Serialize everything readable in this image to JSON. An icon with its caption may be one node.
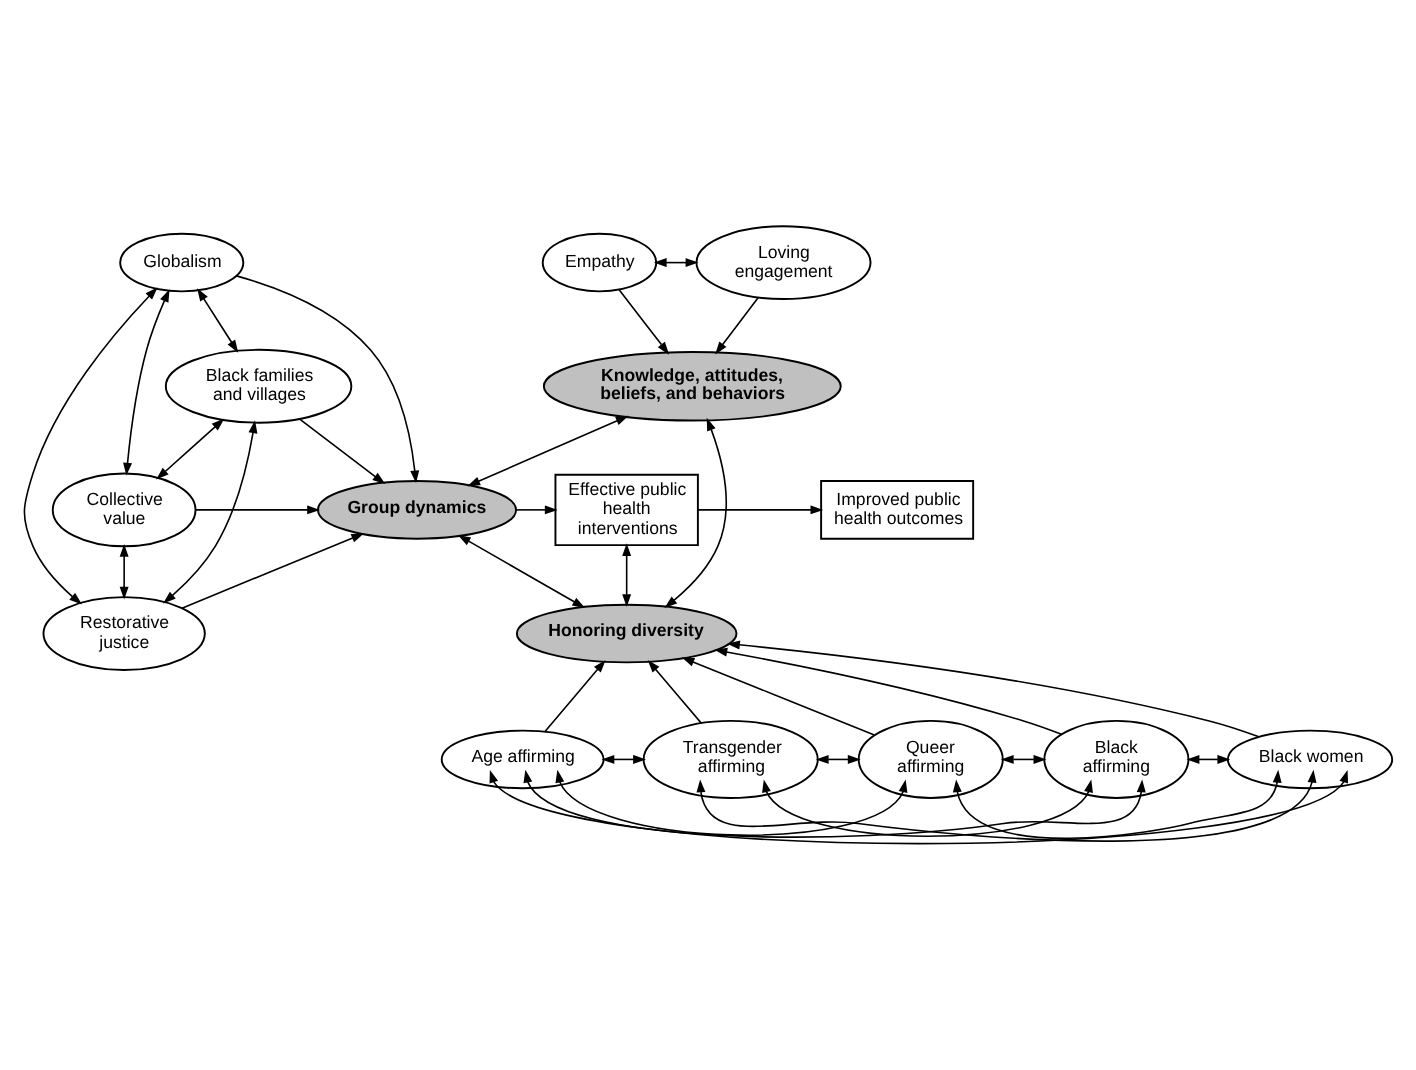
{
  "diagram": {
    "nodes": [
      {
        "text": [
          "Empathy"
        ]
      },
      {
        "text": [
          "Loving engagement"
        ]
      },
      {
        "text": [
          "Globalism"
        ]
      },
      {
        "text": [
          "Knowledge, attitudes, beliefs, and behaviors"
        ]
      },
      {
        "text": [
          "Black families and villages"
        ]
      },
      {
        "text": [
          "Collective value"
        ]
      },
      {
        "text": [
          "Group dynamics"
        ]
      },
      {
        "text": [
          "Effective public health interventions"
        ]
      },
      {
        "text": [
          "Improved public health outcomes"
        ]
      },
      {
        "text": [
          "Restorative justice"
        ]
      },
      {
        "text": [
          "Honoring diversity"
        ]
      },
      {
        "text": [
          "Age affirming"
        ]
      },
      {
        "text": [
          "Transgender affirming"
        ]
      },
      {
        "text": [
          "Queer affirming"
        ]
      },
      {
        "text": [
          "Black affirming"
        ]
      },
      {
        "text": [
          "Black women"
        ]
      }
    ],
    "edges": [
      {
        "from": 0,
        "to": 1,
        "arrow": "both"
      },
      {
        "from": 0,
        "to": 3,
        "arrow": "to"
      },
      {
        "from": 1,
        "to": 3,
        "arrow": "to"
      },
      {
        "from": 2,
        "to": 4,
        "arrow": "both"
      },
      {
        "from": 4,
        "to": 5,
        "arrow": "both"
      },
      {
        "from": 5,
        "to": 9,
        "arrow": "both"
      },
      {
        "from": 2,
        "to": 5,
        "arrow": "both"
      },
      {
        "from": 2,
        "to": 9,
        "arrow": "both"
      },
      {
        "from": 4,
        "to": 9,
        "arrow": "both"
      },
      {
        "from": 2,
        "to": 6,
        "arrow": "to"
      },
      {
        "from": 4,
        "to": 6,
        "arrow": "to"
      },
      {
        "from": 5,
        "to": 6,
        "arrow": "to"
      },
      {
        "from": 9,
        "to": 6,
        "arrow": "to"
      },
      {
        "from": 3,
        "to": 6,
        "arrow": "both"
      },
      {
        "from": 3,
        "to": 10,
        "arrow": "both"
      },
      {
        "from": 6,
        "to": 7,
        "arrow": "to"
      },
      {
        "from": 7,
        "to": 8,
        "arrow": "to"
      },
      {
        "from": 6,
        "to": 10,
        "arrow": "both"
      },
      {
        "from": 7,
        "to": 10,
        "arrow": "both"
      },
      {
        "from": 11,
        "to": 10,
        "arrow": "to"
      },
      {
        "from": 12,
        "to": 10,
        "arrow": "to"
      },
      {
        "from": 13,
        "to": 10,
        "arrow": "to"
      },
      {
        "from": 14,
        "to": 10,
        "arrow": "to"
      },
      {
        "from": 15,
        "to": 10,
        "arrow": "to"
      },
      {
        "from": 11,
        "to": 12,
        "arrow": "both"
      },
      {
        "from": 12,
        "to": 13,
        "arrow": "both"
      },
      {
        "from": 13,
        "to": 14,
        "arrow": "both"
      },
      {
        "from": 14,
        "to": 15,
        "arrow": "both"
      },
      {
        "from": 11,
        "to": 13,
        "arrow": "both"
      },
      {
        "from": 11,
        "to": 14,
        "arrow": "both"
      },
      {
        "from": 11,
        "to": 15,
        "arrow": "both"
      },
      {
        "from": 12,
        "to": 14,
        "arrow": "both"
      },
      {
        "from": 12,
        "to": 15,
        "arrow": "both"
      },
      {
        "from": 13,
        "to": 15,
        "arrow": "both"
      }
    ]
  }
}
